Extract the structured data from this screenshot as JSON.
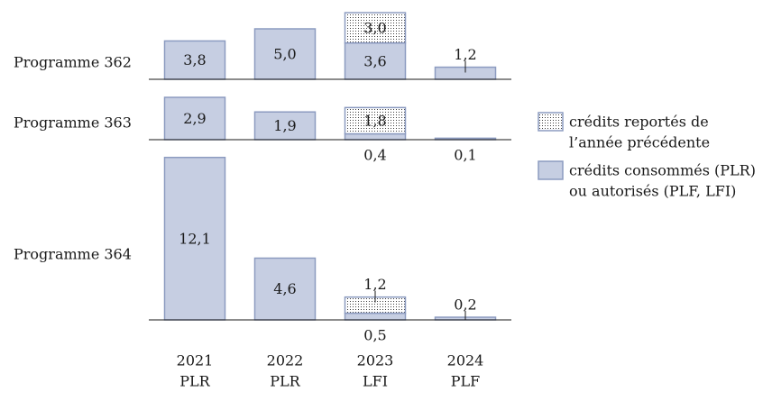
{
  "chart_data": {
    "type": "bar",
    "stacked": true,
    "grid": false,
    "legend_position": "right",
    "categories": [
      {
        "year": "2021",
        "kind": "PLR"
      },
      {
        "year": "2022",
        "kind": "PLR"
      },
      {
        "year": "2023",
        "kind": "LFI"
      },
      {
        "year": "2024",
        "kind": "PLF"
      }
    ],
    "series": [
      {
        "name_lines": [
          "crédits reportés de",
          "l’année précédente"
        ],
        "pattern": "dotted",
        "color": "#ffffff",
        "dot_color": "#3c3c3c",
        "edge_color": "#8c9bc0"
      },
      {
        "name_lines": [
          "crédits consommés (PLR)",
          "ou autorisés (PLF, LFI)"
        ],
        "pattern": "solid",
        "color": "#c6cee2",
        "edge_color": "#8c9bc0"
      }
    ],
    "panels": [
      {
        "label": "Programme 362",
        "values": [
          [
            null,
            null,
            3.0,
            null
          ],
          [
            3.8,
            5.0,
            3.6,
            1.2
          ]
        ]
      },
      {
        "label": "Programme 363",
        "values": [
          [
            null,
            null,
            1.8,
            null
          ],
          [
            2.9,
            1.9,
            0.4,
            0.1
          ]
        ]
      },
      {
        "label": "Programme 364",
        "values": [
          [
            null,
            null,
            1.2,
            null
          ],
          [
            12.1,
            4.6,
            0.5,
            0.2
          ]
        ]
      }
    ]
  }
}
